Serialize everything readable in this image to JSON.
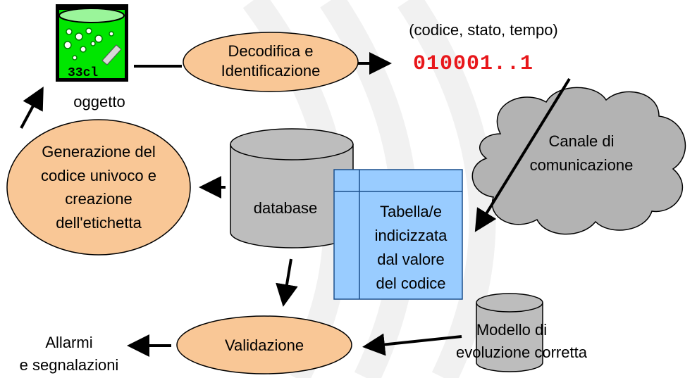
{
  "colors": {
    "ellipse_fill": "#f9c796",
    "cylinder_fill": "#bdbdbd",
    "table_fill": "#99ccff",
    "table_border": "#1a4f8c",
    "cloud_fill": "#b3b3b3",
    "code_red": "#e8171b",
    "can_green": "#00e600"
  },
  "object": {
    "can_label": "33cl",
    "label": "oggetto"
  },
  "decode": {
    "line1": "Decodifica e",
    "line2": "Identificazione"
  },
  "code": {
    "tuple": "(codice, stato, tempo)",
    "value": "010001..1"
  },
  "channel": {
    "line1": "Canale di",
    "line2": "comunicazione"
  },
  "generation": {
    "line1": "Generazione del",
    "line2": "codice univoco e",
    "line3": "creazione",
    "line4": "dell'etichetta"
  },
  "database": {
    "label": "database"
  },
  "table": {
    "line1": "Tabella/e",
    "line2": "indicizzata",
    "line3": "dal valore",
    "line4": "del codice"
  },
  "validation": {
    "label": "Validazione"
  },
  "alarms": {
    "line1": "Allarmi",
    "line2": "e segnalazioni"
  },
  "model": {
    "line1": "Modello di",
    "line2": "evoluzione corretta"
  }
}
